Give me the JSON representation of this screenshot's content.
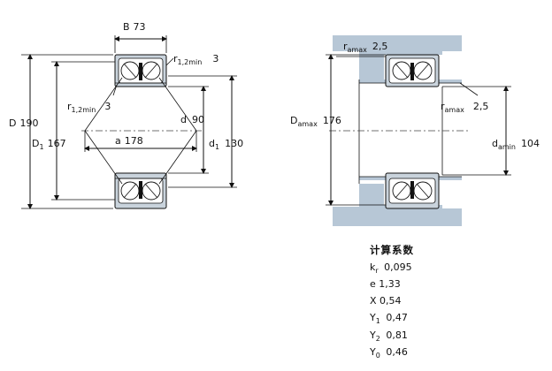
{
  "left_view": {
    "B": {
      "label": "B",
      "value": "73"
    },
    "r12_top": {
      "label": "r",
      "sub": "1,2min",
      "value": "3"
    },
    "r12_mid": {
      "label": "r",
      "sub": "1,2min",
      "value": "3"
    },
    "D": {
      "label": "D",
      "value": "190"
    },
    "D1": {
      "label": "D",
      "sub": "1",
      "value": "167"
    },
    "d": {
      "label": "d",
      "value": "90"
    },
    "a": {
      "label": "a",
      "value": "178"
    },
    "d1": {
      "label": "d",
      "sub": "1",
      "value": "130"
    }
  },
  "right_view": {
    "ra_top": {
      "label": "r",
      "sub": "amax",
      "value": "2,5"
    },
    "ra_mid": {
      "label": "r",
      "sub": "amax",
      "value": "2,5"
    },
    "Da": {
      "label": "D",
      "sub": "amax",
      "value": "176"
    },
    "da": {
      "label": "d",
      "sub": "amin",
      "value": "104"
    }
  },
  "calc": {
    "title": "计算系数",
    "rows": [
      {
        "name": "k",
        "sub": "r",
        "value": "0,095"
      },
      {
        "name": "e",
        "sub": "",
        "value": "1,33"
      },
      {
        "name": "X",
        "sub": "",
        "value": "0,54"
      },
      {
        "name": "Y",
        "sub": "1",
        "value": "0,47"
      },
      {
        "name": "Y",
        "sub": "2",
        "value": "0,81"
      },
      {
        "name": "Y",
        "sub": "0",
        "value": "0,46"
      }
    ]
  },
  "colors": {
    "ring_fill": "#c9d3dc",
    "housing_fill": "#b7c7d6"
  }
}
